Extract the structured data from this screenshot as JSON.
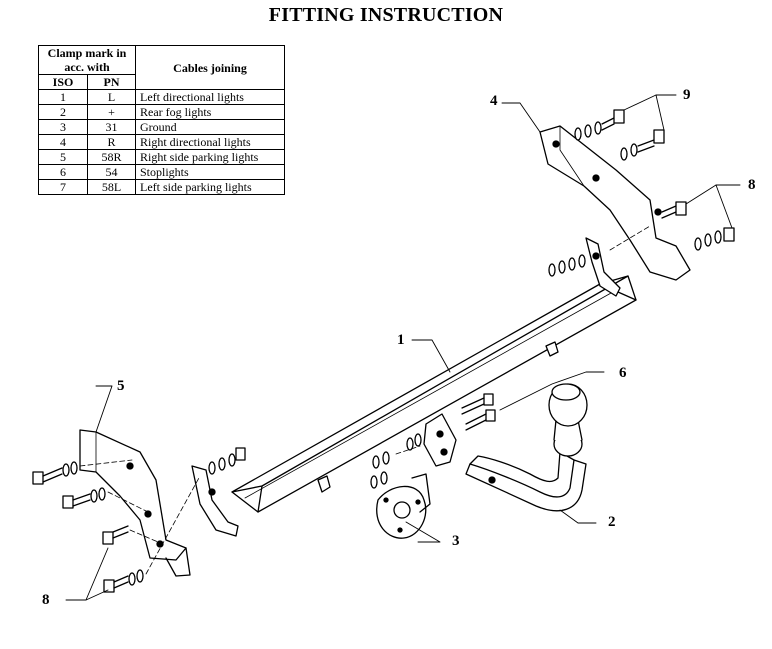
{
  "title": "FITTING INSTRUCTION",
  "table": {
    "header_clamp": "Clamp mark in acc. with",
    "header_cables": "Cables joining",
    "header_iso": "ISO",
    "header_pn": "PN",
    "rows": [
      {
        "iso": "1",
        "pn": "L",
        "cable": "Left directional lights"
      },
      {
        "iso": "2",
        "pn": "+",
        "cable": "Rear fog lights"
      },
      {
        "iso": "3",
        "pn": "31",
        "cable": "Ground"
      },
      {
        "iso": "4",
        "pn": "R",
        "cable": "Right directional lights"
      },
      {
        "iso": "5",
        "pn": "58R",
        "cable": "Right side parking lights"
      },
      {
        "iso": "6",
        "pn": "54",
        "cable": "Stoplights"
      },
      {
        "iso": "7",
        "pn": "58L",
        "cable": "Left side parking lights"
      }
    ]
  },
  "callouts": {
    "crossbar": "1",
    "ball": "2",
    "socket_plate": "3",
    "right_bracket": "4",
    "left_bracket": "5",
    "ball_bolts": "6",
    "bolts_left": "8",
    "bolts_right": "8",
    "bolts_top": "9"
  }
}
